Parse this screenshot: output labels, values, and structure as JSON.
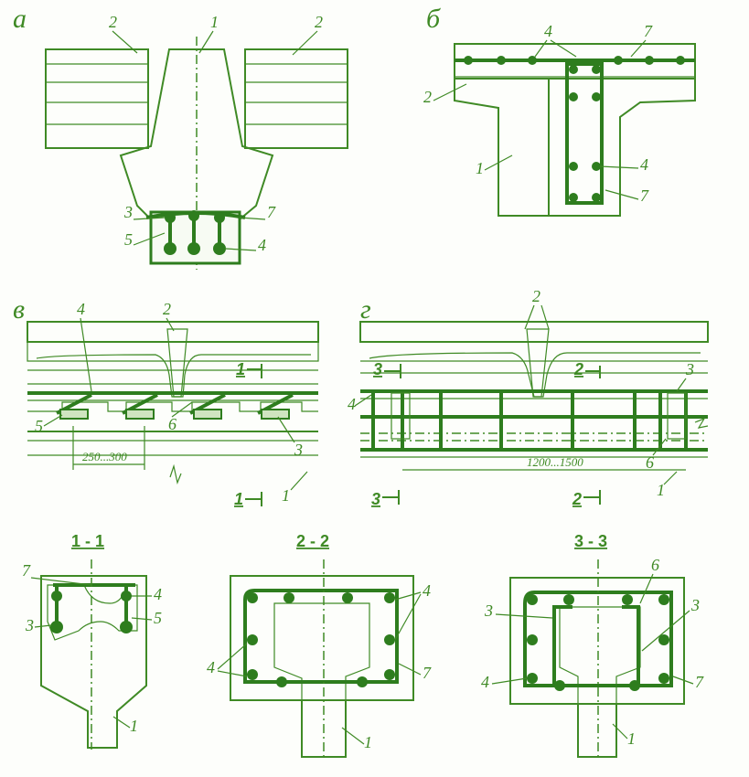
{
  "panels": {
    "a": "а",
    "b": "б",
    "v": "в",
    "g": "г"
  },
  "numbers": {
    "n1": "1",
    "n2": "2",
    "n3": "3",
    "n4": "4",
    "n5": "5",
    "n6": "6",
    "n7": "7"
  },
  "sections": {
    "s1": "1 - 1",
    "s2": "2 - 2",
    "s3": "3 - 3"
  },
  "cuts": {
    "c1": "1",
    "c2": "2",
    "c3": "3"
  },
  "dimensions": {
    "spacing_v": "250...300",
    "spacing_g": "1200...1500"
  },
  "colors": {
    "ink": "#3f8a25",
    "bar": "#2e7d1e",
    "fill": "#e4f0da"
  }
}
